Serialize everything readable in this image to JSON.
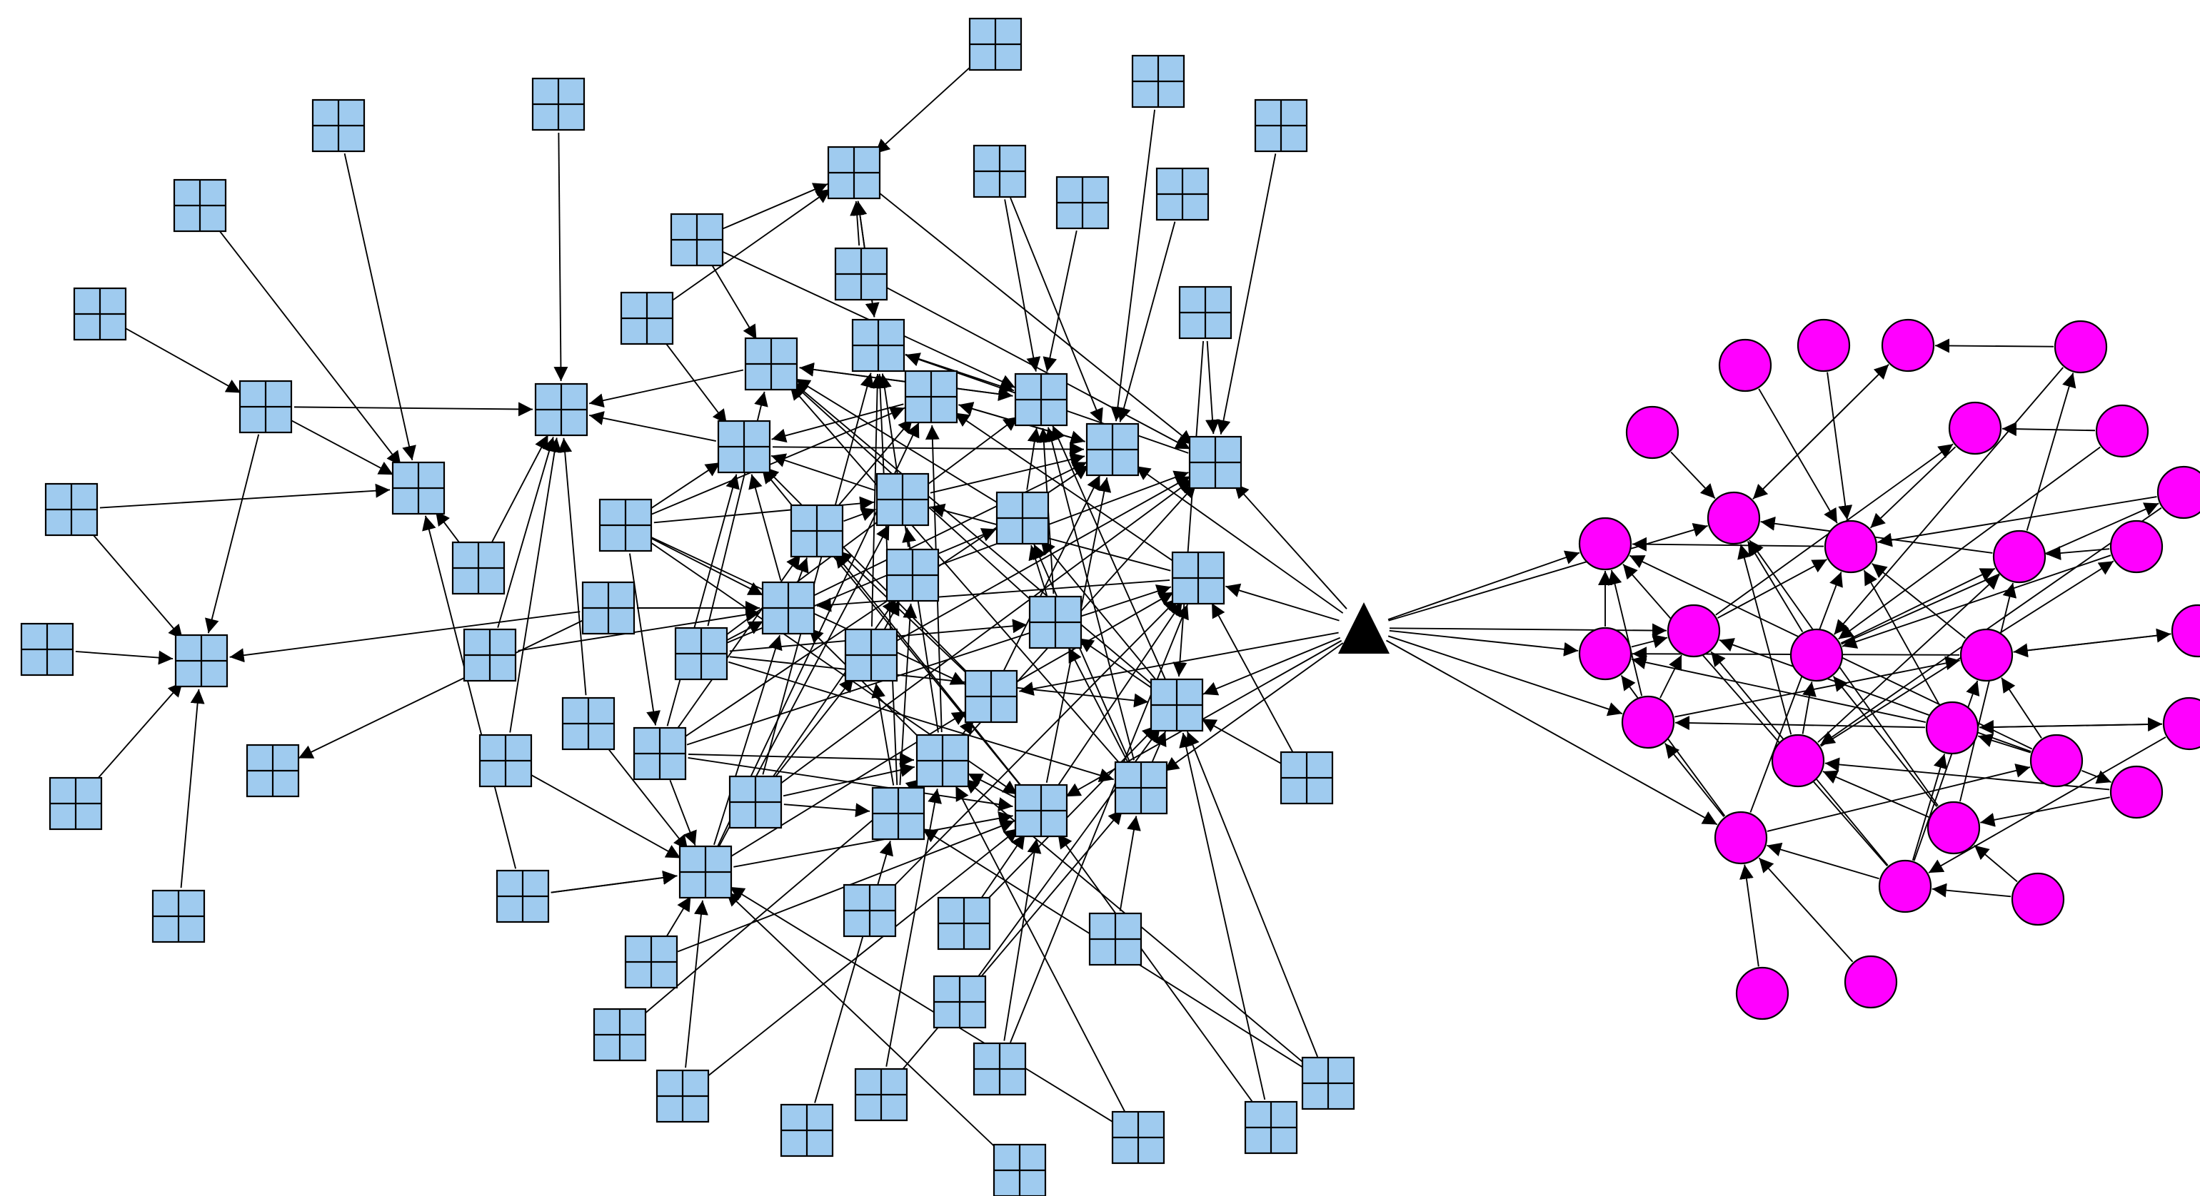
{
  "colors": {
    "background": "#ffffff",
    "square_fill": "#9fcbef",
    "circle_fill": "#ff00ff",
    "hub_fill": "#000000",
    "edge": "#000000"
  },
  "legend": null,
  "node_types": {
    "square": "square-grid-icon",
    "circle": "magenta-circle",
    "hub": "black-triangle"
  },
  "graph": {
    "directed": true,
    "groups": [
      "blue-square-cluster",
      "magenta-circle-cluster"
    ],
    "hub": {
      "type": "hub",
      "bridges": [
        "blue-square-cluster",
        "magenta-circle-cluster"
      ]
    }
  }
}
